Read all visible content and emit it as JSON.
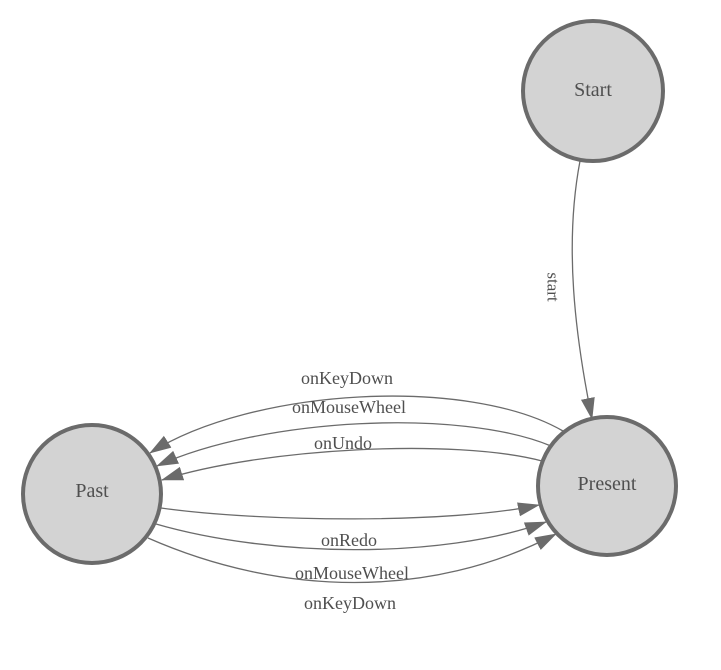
{
  "diagram": {
    "kind": "state-diagram",
    "background_color": "#ffffff",
    "node_fill_color": "#d3d3d3",
    "node_stroke_color": "#6b6b6b",
    "edge_color": "#6b6b6b",
    "text_color": "#4f4f4f",
    "nodes": [
      {
        "id": "start",
        "label": "Start"
      },
      {
        "id": "past",
        "label": "Past"
      },
      {
        "id": "present",
        "label": "Present"
      }
    ],
    "edges": [
      {
        "from": "start",
        "to": "present",
        "label": "start"
      },
      {
        "from": "present",
        "to": "past",
        "label": "onKeyDown"
      },
      {
        "from": "present",
        "to": "past",
        "label": "onMouseWheel"
      },
      {
        "from": "present",
        "to": "past",
        "label": "onUndo"
      },
      {
        "from": "past",
        "to": "present",
        "label": "onRedo"
      },
      {
        "from": "past",
        "to": "present",
        "label": "onMouseWheel"
      },
      {
        "from": "past",
        "to": "present",
        "label": "onKeyDown"
      }
    ]
  }
}
